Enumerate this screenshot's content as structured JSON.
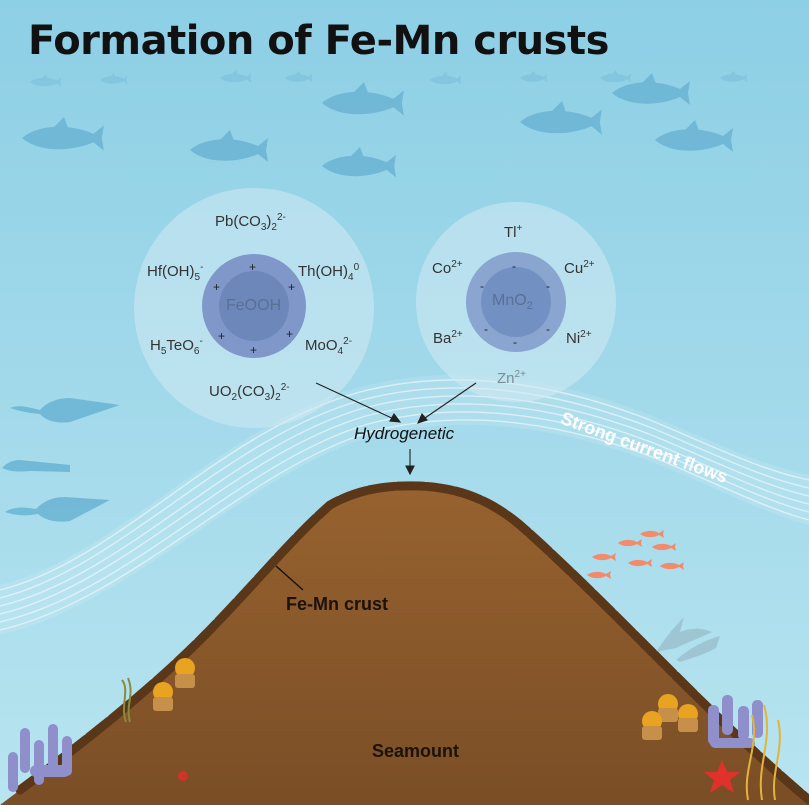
{
  "title": "Formation of Fe-Mn crusts",
  "feooh": {
    "core": "FeOOH",
    "ions": {
      "pb": {
        "base": "Pb(CO",
        "sub": "3",
        "mid": ")",
        "sub2": "2",
        "sup": "2-"
      },
      "hf": {
        "base": "Hf(OH)",
        "sub": "5",
        "sup": "-"
      },
      "th": {
        "base": "Th(OH)",
        "sub": "4",
        "sup": "0"
      },
      "h5teo6": {
        "pre": "H",
        "sub1": "5",
        "mid": "TeO",
        "sub2": "6",
        "sup": "-"
      },
      "moo4": {
        "base": "MoO",
        "sub": "4",
        "sup": "2-"
      },
      "uo2": {
        "base": "UO",
        "sub1": "2",
        "mid": "(CO",
        "sub2": "3",
        "end": ")",
        "sub3": "2",
        "sup": "2-"
      }
    },
    "charge": "+"
  },
  "mno2": {
    "core_base": "MnO",
    "core_sub": "2",
    "ions": {
      "tl": {
        "base": "Tl",
        "sup": "+"
      },
      "co": {
        "base": "Co",
        "sup": "2+"
      },
      "cu": {
        "base": "Cu",
        "sup": "2+"
      },
      "ba": {
        "base": "Ba",
        "sup": "2+"
      },
      "ni": {
        "base": "Ni",
        "sup": "2+"
      },
      "zn": {
        "base": "Zn",
        "sup": "2+"
      }
    },
    "charge": "-"
  },
  "labels": {
    "hydrogenetic": "Hydrogenetic",
    "crust": "Fe-Mn crust",
    "seamount": "Seamount",
    "current": "Strong current flows"
  },
  "colors": {
    "sea_top": "#8fd0e6",
    "sea_bottom": "#b4e2ef",
    "fish": "#6db7d6",
    "seamount": "#8a5a2b",
    "crust": "#5c3a1c",
    "feooh_ring": "#7d97c8",
    "mno2_ring": "#8aa5cf",
    "small_fish": "#f28b6b",
    "coral": "#8f8fc9",
    "starfish": "#e0322c"
  }
}
